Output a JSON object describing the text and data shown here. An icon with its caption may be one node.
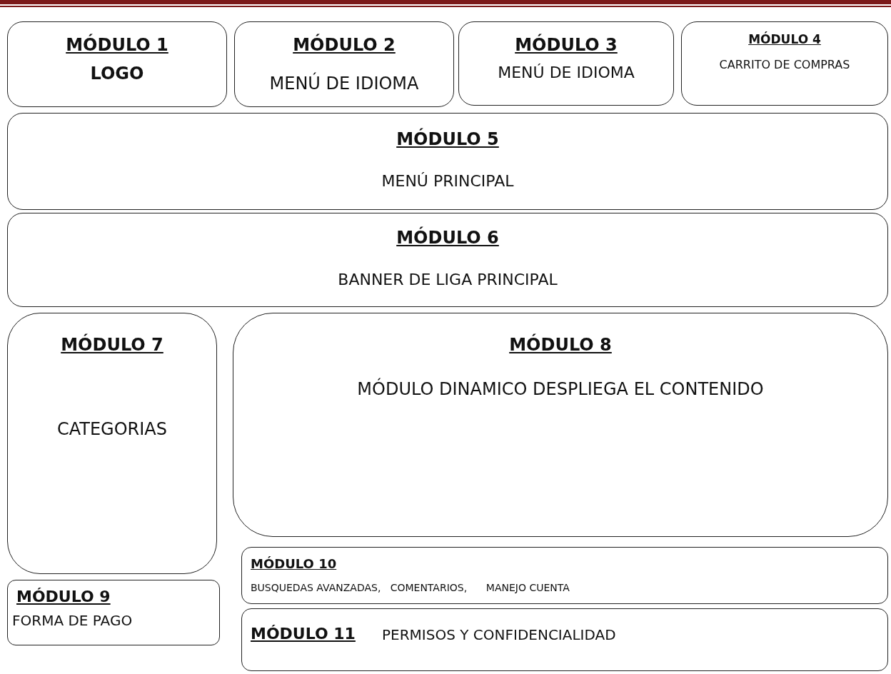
{
  "diagram": {
    "nodes": [
      {
        "text": [
          "MÓDULO 1",
          "LOGO"
        ]
      },
      {
        "text": [
          "MÓDULO 2",
          "MENÚ DE IDIOMA"
        ]
      },
      {
        "text": [
          "MÓDULO 3",
          "MENÚ DE IDIOMA"
        ]
      },
      {
        "text": [
          "MÓDULO 4",
          "CARRITO DE COMPRAS"
        ]
      },
      {
        "text": [
          "MÓDULO 5",
          "MENÚ PRINCIPAL"
        ]
      },
      {
        "text": [
          "MÓDULO 6",
          "BANNER DE LIGA PRINCIPAL"
        ]
      },
      {
        "text": [
          "MÓDULO 7",
          "CATEGORIAS"
        ]
      },
      {
        "text": [
          "MÓDULO 8",
          "MÓDULO DINAMICO DESPLIEGA EL CONTENIDO"
        ]
      },
      {
        "text": [
          "MÓDULO 9",
          "FORMA DE PAGO"
        ]
      },
      {
        "text": [
          "MÓDULO 10",
          "BUSQUEDAS AVANZADAS,   COMENTARIOS,      MANEJO CUENTA"
        ]
      },
      {
        "text": [
          "MÓDULO 11",
          "PERMISOS Y CONFIDENCIALIDAD"
        ]
      }
    ],
    "edges": []
  }
}
